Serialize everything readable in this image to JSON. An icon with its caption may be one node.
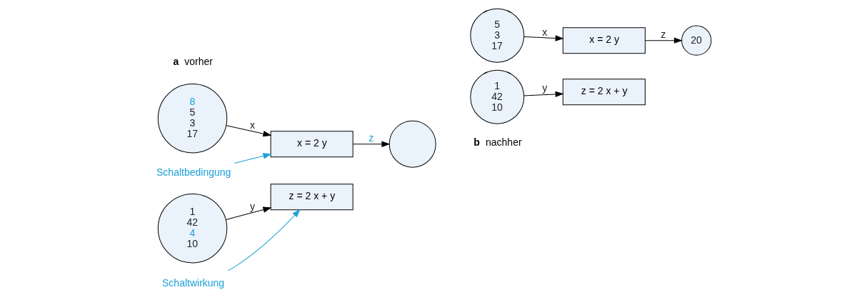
{
  "diagram": {
    "nodes": [
      {
        "text": [
          "8",
          "5",
          "3",
          "17"
        ]
      },
      {
        "text": [
          "1",
          "42",
          "4",
          "10"
        ]
      },
      {
        "text": [
          "x = 2 y"
        ]
      },
      {
        "text": [
          "z = 2 x + y"
        ]
      },
      {
        "text": [],
        "shape": "circle"
      },
      {
        "text": [
          "Schaltbedingung"
        ]
      },
      {
        "text": [
          "Schaltwirkung"
        ]
      },
      {
        "text": [
          "5",
          "3",
          "17"
        ]
      },
      {
        "text": [
          "1",
          "42",
          "10"
        ]
      },
      {
        "text": [
          "x = 2 y"
        ]
      },
      {
        "text": [
          "z = 2 x + y"
        ]
      },
      {
        "text": [
          "20"
        ]
      }
    ],
    "edges": [
      {
        "from": 0,
        "to": 2,
        "arrow": "to",
        "label": "x"
      },
      {
        "from": 1,
        "to": 3,
        "arrow": "to",
        "label": "y"
      },
      {
        "from": 2,
        "to": 4,
        "arrow": "to",
        "label": "z"
      },
      {
        "from": 5,
        "to": 2,
        "arrow": "to",
        "color": "#1ba1d8"
      },
      {
        "from": 6,
        "to": 3,
        "arrow": "to",
        "color": "#1ba1d8"
      },
      {
        "from": 7,
        "to": 9,
        "arrow": "to",
        "label": "x"
      },
      {
        "from": 8,
        "to": 10,
        "arrow": "to",
        "label": "y"
      },
      {
        "from": 9,
        "to": 11,
        "arrow": "to",
        "label": "z"
      }
    ],
    "labels": [
      "a",
      "vorher",
      "b",
      "nachher"
    ]
  }
}
